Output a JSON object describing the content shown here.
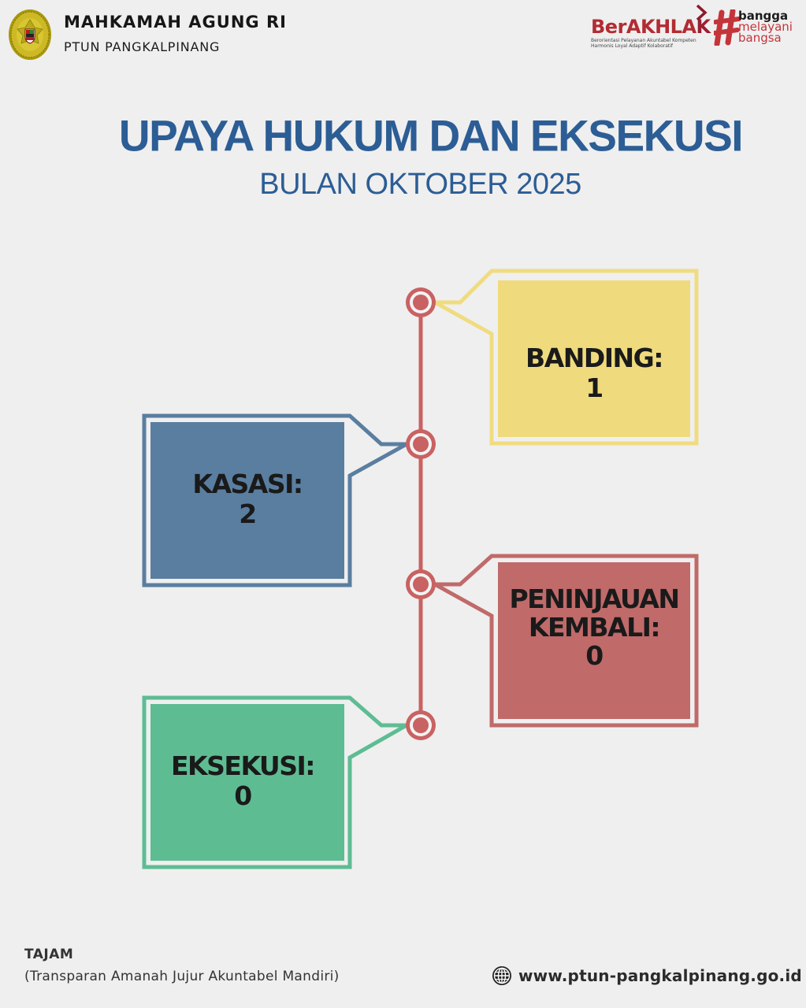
{
  "header": {
    "logo_icon": "mahkamah-agung-emblem",
    "org_name": "MAHKAMAH AGUNG RI",
    "org_sub": "PTUN PANGKALPINANG",
    "berakhlak": {
      "word_main": "BerAKHLA",
      "word_last": "K",
      "tagline_line1": "Berorientasi Pelayanan Akuntabel Kompeten",
      "tagline_line2": "Harmonis Loyal Adaptif Kolaboratif"
    },
    "bangga": {
      "line1": "bangga",
      "line2": "melayani",
      "line3": "bangsa"
    }
  },
  "title": {
    "main": "UPAYA HUKUM DAN EKSEKUSI",
    "sub": "BULAN OKTOBER 2025"
  },
  "items": [
    {
      "label": "BANDING:",
      "value": "1",
      "color": "#efdb7e",
      "border": "#f0dc80",
      "side": "right"
    },
    {
      "label": "KASASI:",
      "value": "2",
      "color": "#5a7ea0",
      "border": "#5a7ea0",
      "side": "left"
    },
    {
      "label": "PENINJAUAN",
      "label2": "KEMBALI:",
      "value": "0",
      "color": "#c06a6a",
      "border": "#c06a6a",
      "side": "right"
    },
    {
      "label": "EKSEKUSI:",
      "value": "0",
      "color": "#5ebc93",
      "border": "#5ebc93",
      "side": "left"
    }
  ],
  "timeline": {
    "color": "#c96262"
  },
  "footer": {
    "tajam": "TAJAM",
    "tajam_desc": "(Transparan Amanah Jujur Akuntabel Mandiri)",
    "website_icon": "globe-icon",
    "website": "www.ptun-pangkalpinang.go.id"
  }
}
